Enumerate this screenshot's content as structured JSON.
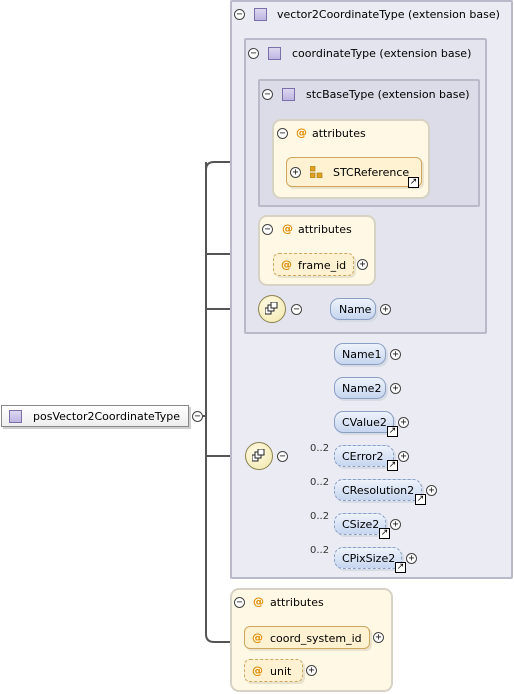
{
  "root": {
    "label": "posVector2CoordinateType"
  },
  "vector2": {
    "label": "vector2CoordinateType (extension base)"
  },
  "coordinate": {
    "label": "coordinateType (extension base)"
  },
  "stcbase": {
    "label": "stcBaseType (extension base)",
    "attributes_label": "attributes",
    "group_ref": "STCReference"
  },
  "coord_attrs": {
    "label": "attributes",
    "items": [
      "frame_id"
    ]
  },
  "coord_seq": {
    "elements": [
      "Name"
    ]
  },
  "vector_seq": {
    "elements": [
      {
        "name": "Name1",
        "card": ""
      },
      {
        "name": "Name2",
        "card": ""
      },
      {
        "name": "CValue2",
        "card": ""
      },
      {
        "name": "CError2",
        "card": "0..2"
      },
      {
        "name": "CResolution2",
        "card": "0..2"
      },
      {
        "name": "CSize2",
        "card": "0..2"
      },
      {
        "name": "CPixSize2",
        "card": "0..2"
      }
    ]
  },
  "root_attrs": {
    "label": "attributes",
    "items": [
      "coord_system_id",
      "unit"
    ]
  },
  "icons": {
    "type_icon": "complex-type-icon",
    "toggle": "collapse-toggle",
    "sequence": "sequence-icon",
    "link": "link-arrow-icon",
    "attribute": "attribute-at-icon"
  },
  "colors": {
    "type_bg": "#ebebf3",
    "attr_bg": "#fff8e4",
    "element_bg": "#c6d6ef",
    "accent": "#e08a00"
  }
}
